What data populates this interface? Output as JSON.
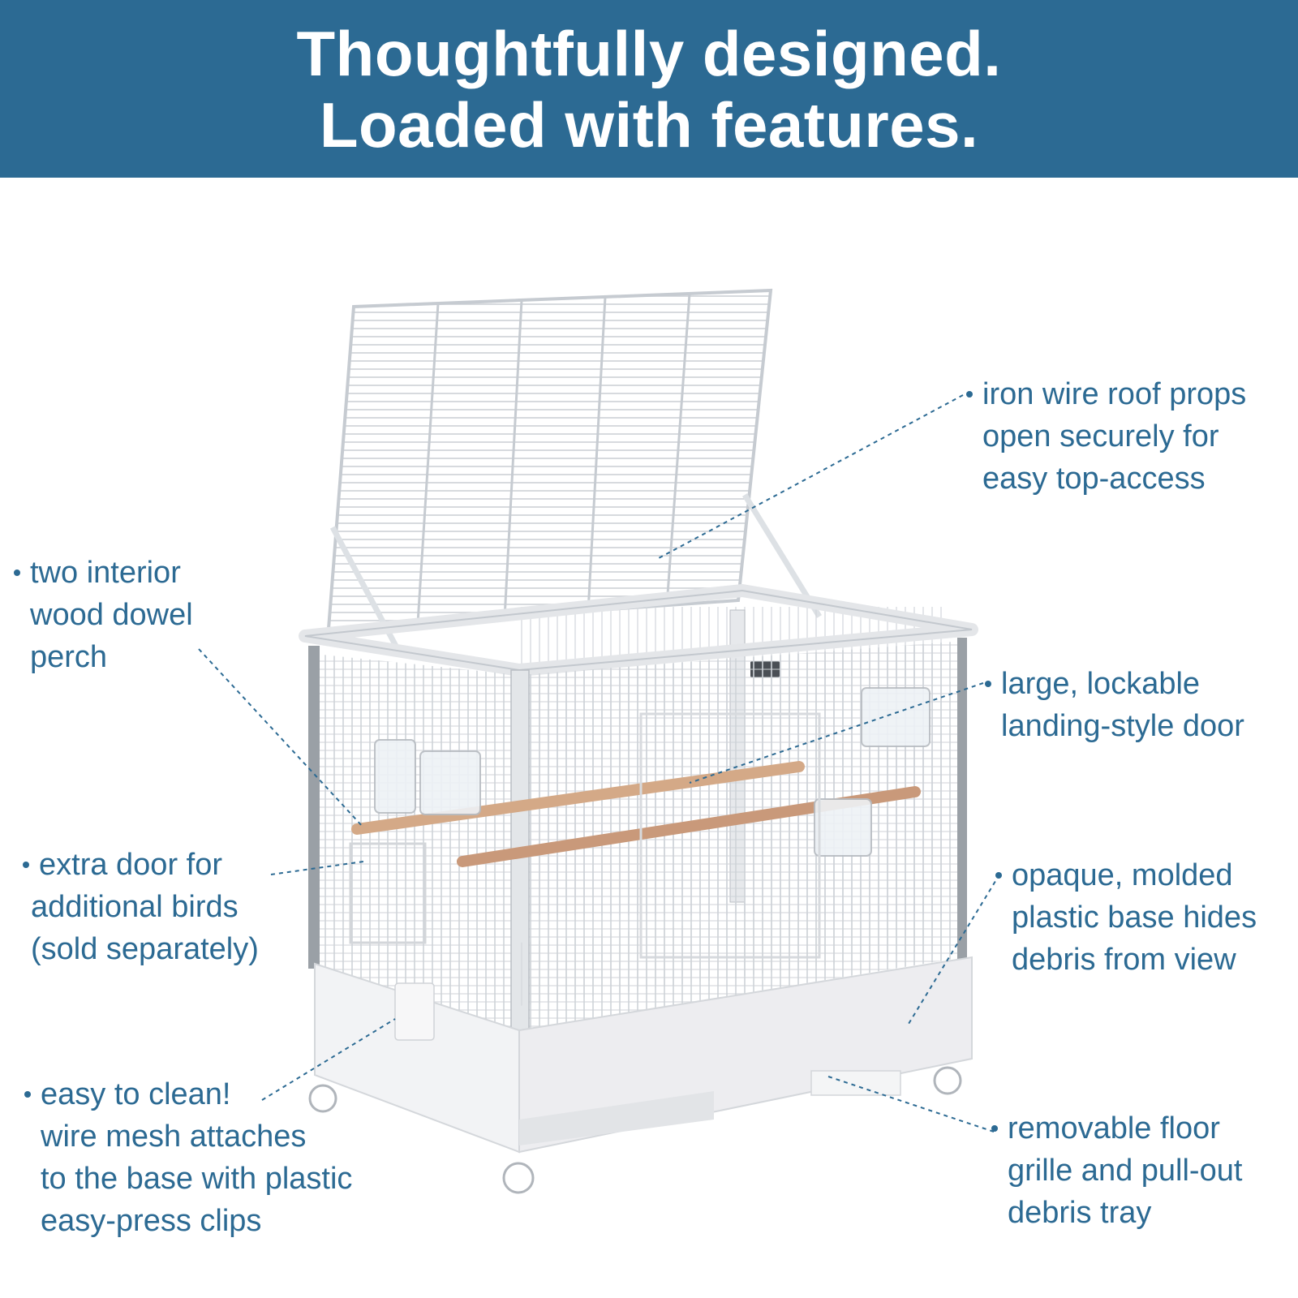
{
  "header": {
    "line1": "Thoughtfully designed.",
    "line2": "Loaded with features.",
    "background_color": "#2c6a93"
  },
  "accent_color": "#2c6a93",
  "callouts": {
    "roof": {
      "lines": [
        "iron wire roof props",
        "open securely for",
        "easy top-access"
      ]
    },
    "perch": {
      "lines": [
        "two interior",
        "wood dowel",
        "perch"
      ]
    },
    "door": {
      "lines": [
        "large, lockable",
        "landing-style door"
      ]
    },
    "extra_door": {
      "lines": [
        "extra door for",
        "additional birds",
        "(sold separately)"
      ]
    },
    "base": {
      "lines": [
        "opaque, molded",
        "plastic base hides",
        "debris from view"
      ]
    },
    "clean": {
      "lines": [
        "easy to clean!",
        "wire mesh attaches",
        "to the base with plastic",
        "easy-press clips"
      ]
    },
    "tray": {
      "lines": [
        "removable floor",
        "grille and pull-out",
        "debris tray"
      ]
    }
  }
}
